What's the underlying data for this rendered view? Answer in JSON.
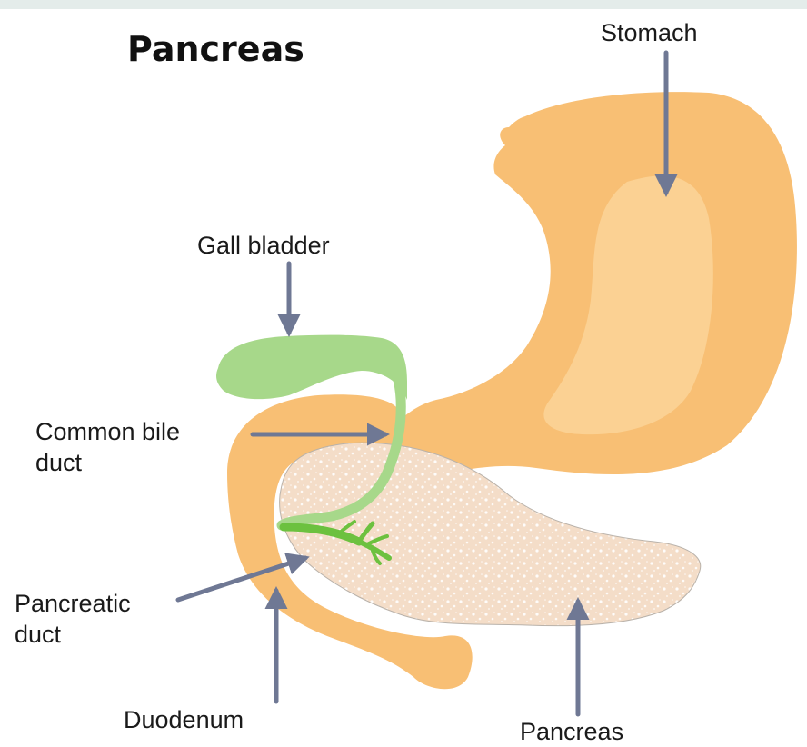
{
  "title": "Pancreas",
  "labels": {
    "stomach": "Stomach",
    "gall_bladder": "Gall bladder",
    "common_bile_duct": [
      "Common bile",
      "duct"
    ],
    "pancreatic_duct": [
      "Pancreatic",
      "duct"
    ],
    "duodenum": "Duodenum",
    "pancreas": "Pancreas"
  },
  "colors": {
    "stomach": "#f8bf74",
    "stomach_highlight": "#fbd193",
    "gall_bladder": "#a7d88a",
    "pancreatic_duct": "#6cc13f",
    "pancreas": "#f4ddc8",
    "arrow": "#6f7894",
    "header_band": "#e4ecea"
  }
}
